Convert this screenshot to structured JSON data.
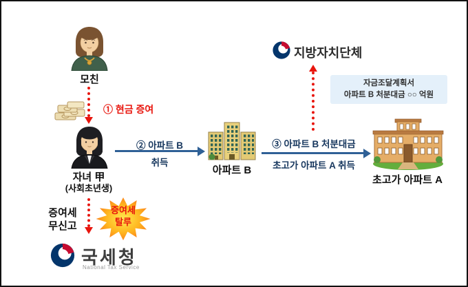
{
  "diagram": {
    "mother_label": "모친",
    "child_label": "자녀 甲",
    "child_sublabel": "(사회초년생)",
    "step1_label": "① 현금 증여",
    "step2_line1": "② 아파트 B",
    "step2_line2": "취득",
    "step3_line1": "③ 아파트 B 처분대금",
    "step3_line2": "초고가 아파트 A 취득",
    "apartment_b_label": "아파트 B",
    "apartment_a_label": "초고가 아파트 A",
    "local_gov_label": "지방자치단체",
    "plan_box_line1": "자금조달계획서",
    "plan_box_line2": "아파트 B 처분대금 ○○ 억원",
    "gift_tax_line1": "증여세",
    "gift_tax_line2": "무신고",
    "evasion_line1": "증여세",
    "evasion_line2": "탈루",
    "nts_name": "국세청",
    "nts_subtitle": "National Tax Service"
  },
  "icons": {
    "mother": "mother-person-icon",
    "child": "child-person-icon",
    "cash": "cash-stack-icon",
    "apartment_b": "apartment-b-building-icon",
    "apartment_a": "luxury-apartment-a-building-icon",
    "gov_emblem": "korea-government-emblem-icon",
    "evasion_burst": "evasion-starburst-icon"
  },
  "colors": {
    "red": "#e8150d",
    "arrow_blue": "#2f6096",
    "step_text_blue": "#17375e",
    "plan_box_bg": "#e4f0fa",
    "gov_navy": "#03356b",
    "gov_red": "#c60c30"
  }
}
